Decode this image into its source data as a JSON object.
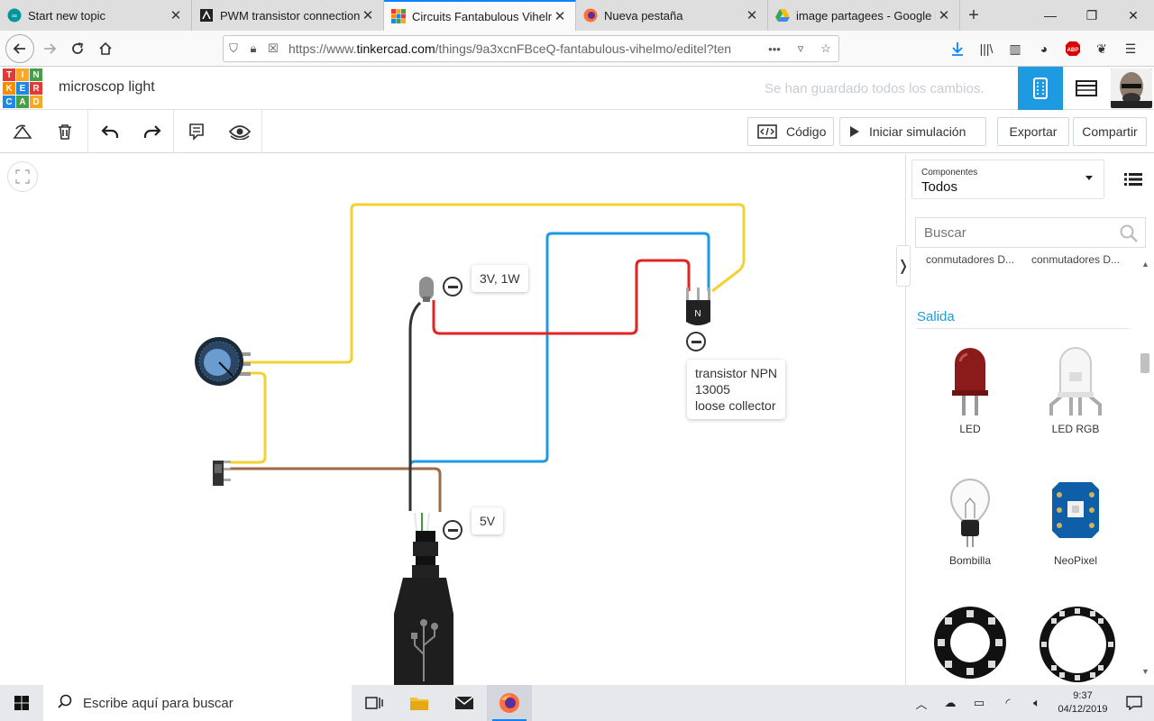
{
  "browser": {
    "tabs": [
      {
        "title": "Start new topic",
        "favicon": "arduino-icon",
        "active": false
      },
      {
        "title": "PWM transistor connection -",
        "favicon": "forum-icon",
        "active": false
      },
      {
        "title": "Circuits Fantabulous Vihelmo",
        "favicon": "tinkercad-icon",
        "active": true
      },
      {
        "title": "Nueva pestaña",
        "favicon": "firefox-icon",
        "active": false
      },
      {
        "title": "image partagees - Google Dri",
        "favicon": "drive-icon",
        "active": false
      }
    ],
    "url_prefix": "https://www.",
    "url_domain": "tinkercad.com",
    "url_path": "/things/9a3xcnFBceQ-fantabulous-vihelmo/editel?ten",
    "url_more": "•••"
  },
  "app": {
    "project_name": "microscop light",
    "saved_message": "Se han guardado todos los cambios.",
    "logo_letters": [
      "T",
      "I",
      "N",
      "K",
      "E",
      "R",
      "C",
      "A",
      "D"
    ],
    "logo_colors": [
      "#e53935",
      "#f9a825",
      "#43a047",
      "#fb8c00",
      "#1e88e5",
      "#e53935",
      "#1e88e5",
      "#43a047",
      "#f9a825"
    ],
    "accent": "#1e9ae0"
  },
  "toolbar": {
    "code_label": "Código",
    "simulate_label": "Iniciar simulación",
    "export_label": "Exportar",
    "share_label": "Compartir"
  },
  "canvas": {
    "labels": {
      "bulb": "3V, 1W",
      "transistor_line1": "transistor NPN",
      "transistor_line2": "13005",
      "transistor_line3": "loose collector",
      "power": "5V",
      "transistor_letter": "N"
    },
    "wire_colors": {
      "yellow": "#f4d133",
      "blue": "#1e9ae0",
      "red": "#e02424",
      "brown": "#9b6b45",
      "black": "#333333"
    }
  },
  "panel": {
    "category_caption": "Componentes",
    "category_value": "Todos",
    "search_placeholder": "Buscar",
    "prev_items": [
      "conmutadores D...",
      "conmutadores D..."
    ],
    "section_title": "Salida",
    "components": [
      {
        "label": "LED"
      },
      {
        "label": "LED RGB"
      },
      {
        "label": "Bombilla"
      },
      {
        "label": "NeoPixel"
      }
    ]
  },
  "taskbar": {
    "search_text": "Escribe aquí para buscar",
    "time": "9:37",
    "date": "04/12/2019"
  }
}
